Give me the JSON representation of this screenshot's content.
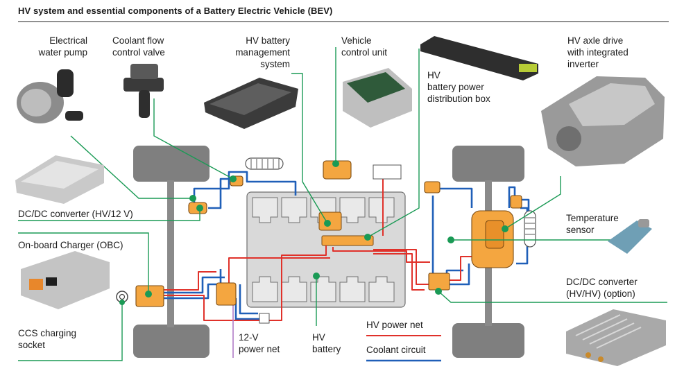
{
  "title": "HV system and essential components of a Battery Electric Vehicle (BEV)",
  "labels": {
    "water_pump": [
      "Electrical",
      "water pump"
    ],
    "flow_valve": [
      "Coolant flow",
      "control valve"
    ],
    "bms": [
      "HV battery",
      "management",
      "system"
    ],
    "vcu": [
      "Vehicle",
      "control unit"
    ],
    "pdb": [
      "HV",
      "battery power",
      "distribution box"
    ],
    "axle_drive": [
      "HV axle drive",
      "with integrated",
      "inverter"
    ],
    "dcdc_12v": "DC/DC converter (HV/12 V)",
    "obc": "On-board Charger (OBC)",
    "ccs": [
      "CCS charging",
      "socket"
    ],
    "temp_sensor": [
      "Temperature",
      "sensor"
    ],
    "dcdc_hvhv": [
      "DC/DC converter",
      "(HV/HV) (option)"
    ],
    "power_net_12v": [
      "12-V",
      "power net"
    ],
    "hv_battery": [
      "HV",
      "battery"
    ]
  },
  "legend": {
    "hv_power_net": "HV power net",
    "coolant_circuit": "Coolant circuit"
  },
  "colors": {
    "hv_power": "#e0312a",
    "coolant": "#1f5fb8",
    "callout": "#1a9a55",
    "power_12v": "#b07cc6",
    "component": "#f4a640",
    "battery_fill": "#d9d9d9"
  }
}
